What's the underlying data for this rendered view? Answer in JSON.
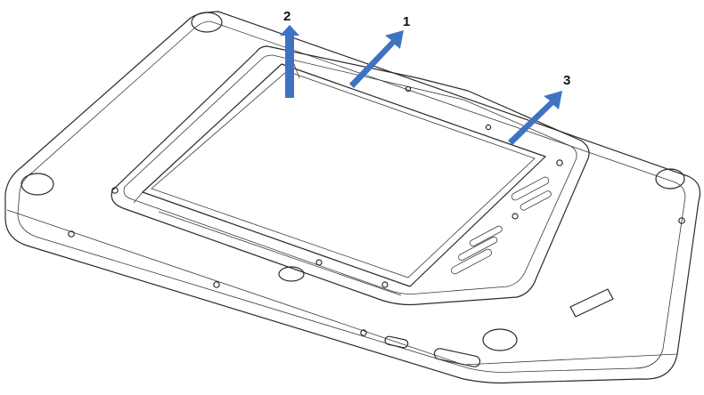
{
  "figure": {
    "description_labels": [
      {
        "id": "1",
        "text": "1"
      },
      {
        "id": "2",
        "text": "2"
      },
      {
        "id": "3",
        "text": "3"
      }
    ],
    "arrow_color": "#3f73c2",
    "line_color": "#2b2b2b",
    "background": "#ffffff"
  }
}
